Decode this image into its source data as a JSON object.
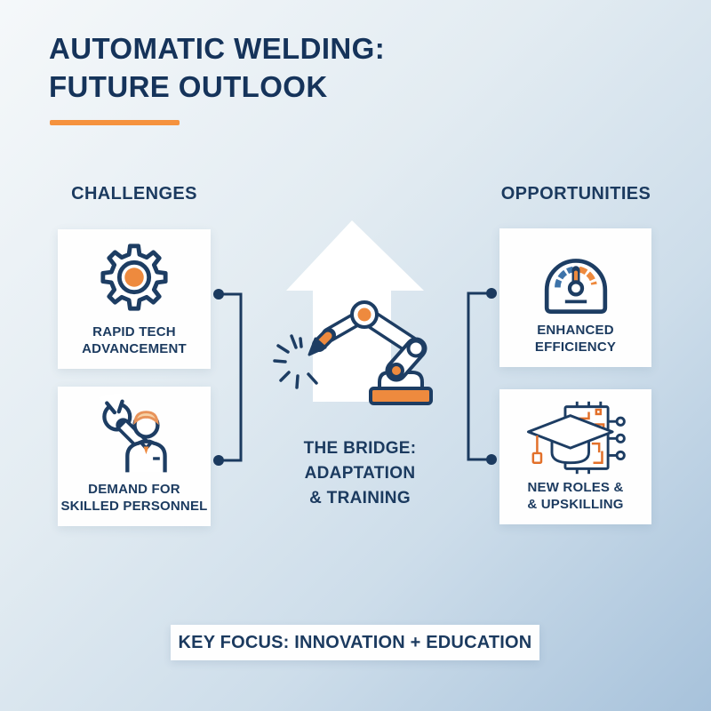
{
  "header": {
    "title_line1": "AUTOMATIC WELDING:",
    "title_line2": "FUTURE OUTLOOK"
  },
  "challenges": {
    "heading": "CHALLENGES",
    "card1": {
      "icon": "gear-icon",
      "line1": "RAPID TECH",
      "line2": "ADVANCEMENT"
    },
    "card2": {
      "icon": "wrench-technician-icon",
      "line1": "DEMAND FOR",
      "line2": "SKILLED PERSONNEL"
    }
  },
  "opportunities": {
    "heading": "OPPORTUNITIES",
    "card1": {
      "icon": "speedometer-icon",
      "line1": "ENHANCED",
      "line2": "EFFICIENCY"
    },
    "card2": {
      "icon": "graduation-cap-chip-icon",
      "line1": "NEW ROLES &",
      "line2": "& UPSKILLING"
    }
  },
  "bridge": {
    "icon": "welding-robot-up-arrow-icon",
    "line1": "THE BRIDGE:",
    "line2": "ADAPTATION",
    "line3": "& TRAINING"
  },
  "footer": {
    "label": "KEY FOCUS: INNOVATION + EDUCATION"
  },
  "colors": {
    "navy": "#1b3a5f",
    "orange": "#ee8a3e",
    "accent_blue": "#3d73a9",
    "card_background": "#ffffff",
    "background_light": "#f5f8fa",
    "background_dark": "#a7c2db"
  }
}
